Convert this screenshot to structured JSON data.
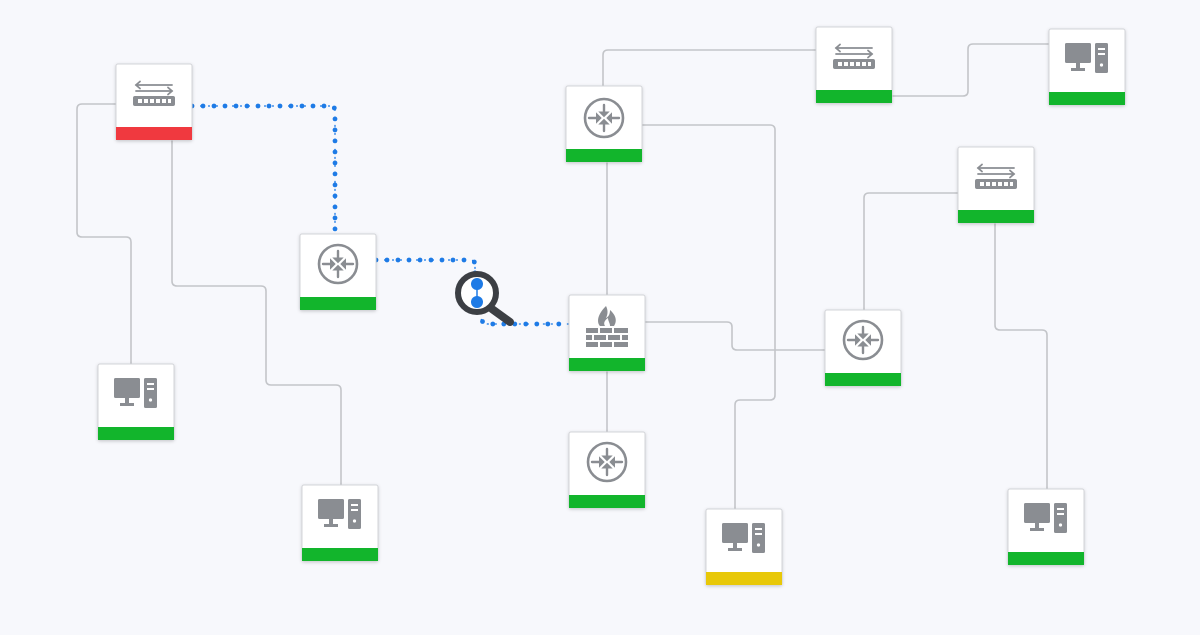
{
  "colors": {
    "background": "#f7f8fc",
    "link": "#c3c5c9",
    "traced_path": "#1e7be6",
    "icon": "#8a8d92",
    "status_ok": "#12b52c",
    "status_warning": "#e8c808",
    "status_down": "#f0393f"
  },
  "devices": [
    {
      "id": "switch-1",
      "type": "switch",
      "icon": "switch-icon",
      "status": "down"
    },
    {
      "id": "router-1",
      "type": "router",
      "icon": "router-icon",
      "status": "ok"
    },
    {
      "id": "pc-1",
      "type": "workstation",
      "icon": "desktop-computer-icon",
      "status": "ok"
    },
    {
      "id": "pc-2",
      "type": "workstation",
      "icon": "desktop-computer-icon",
      "status": "ok"
    },
    {
      "id": "router-2",
      "type": "router",
      "icon": "router-icon",
      "status": "ok"
    },
    {
      "id": "firewall-1",
      "type": "firewall",
      "icon": "firewall-icon",
      "status": "ok"
    },
    {
      "id": "router-3",
      "type": "router",
      "icon": "router-icon",
      "status": "ok"
    },
    {
      "id": "pc-3",
      "type": "workstation",
      "icon": "desktop-computer-icon",
      "status": "warning"
    },
    {
      "id": "switch-2",
      "type": "switch",
      "icon": "switch-icon",
      "status": "ok"
    },
    {
      "id": "pc-4",
      "type": "workstation",
      "icon": "desktop-computer-icon",
      "status": "ok"
    },
    {
      "id": "switch-3",
      "type": "switch",
      "icon": "switch-icon",
      "status": "ok"
    },
    {
      "id": "router-4",
      "type": "router",
      "icon": "router-icon",
      "status": "ok"
    },
    {
      "id": "pc-5",
      "type": "workstation",
      "icon": "desktop-computer-icon",
      "status": "ok"
    }
  ],
  "links": [
    {
      "from": "switch-1",
      "to": "pc-1"
    },
    {
      "from": "switch-1",
      "to": "pc-2"
    },
    {
      "from": "switch-1",
      "to": "router-1",
      "traced": true
    },
    {
      "from": "router-1",
      "to": "firewall-1",
      "traced": true
    },
    {
      "from": "router-2",
      "to": "switch-2"
    },
    {
      "from": "router-2",
      "to": "firewall-1"
    },
    {
      "from": "router-2",
      "to": "pc-3"
    },
    {
      "from": "firewall-1",
      "to": "router-3"
    },
    {
      "from": "firewall-1",
      "to": "router-4"
    },
    {
      "from": "switch-2",
      "to": "pc-4"
    },
    {
      "from": "switch-3",
      "to": "router-4"
    },
    {
      "from": "switch-3",
      "to": "pc-5"
    }
  ],
  "path_inspector": {
    "icon": "magnifier-icon"
  }
}
